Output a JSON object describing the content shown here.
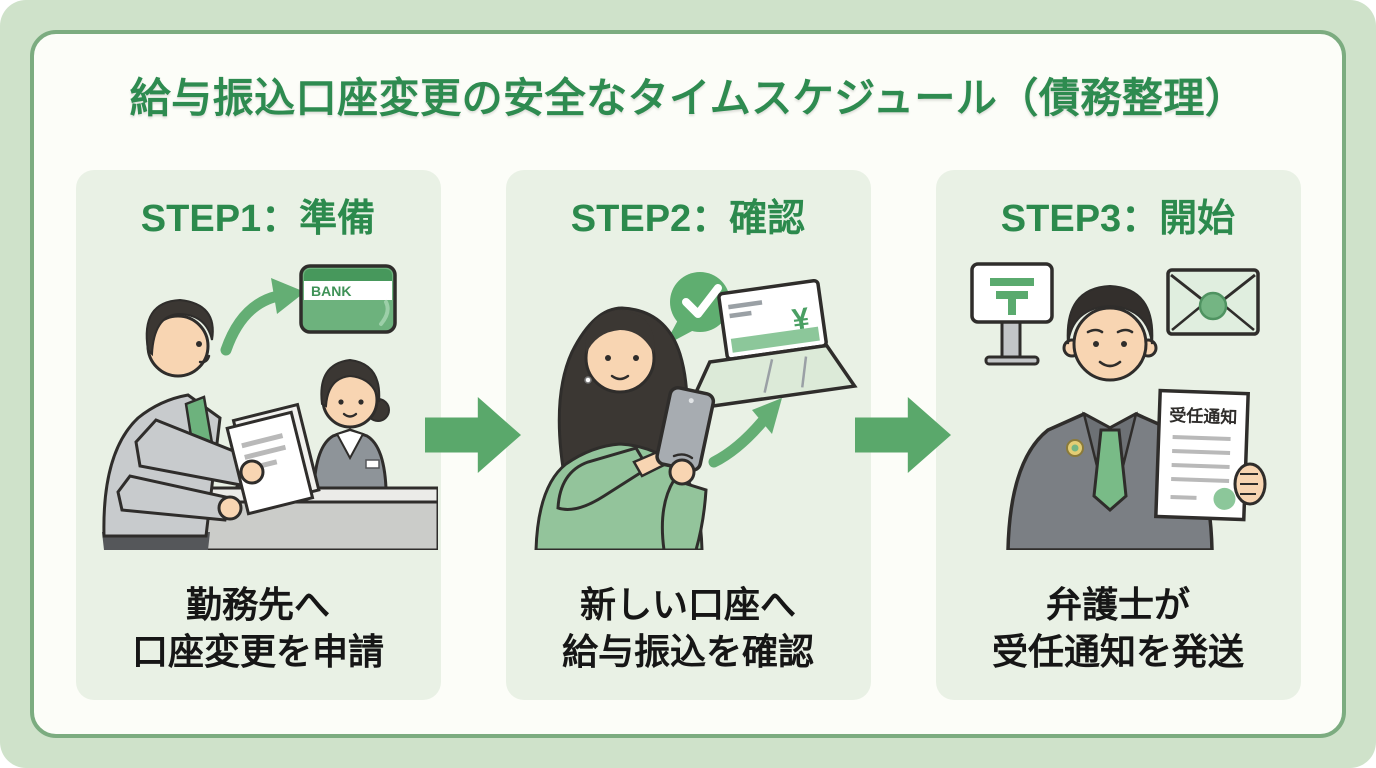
{
  "title": "給与振込口座変更の安全なタイムスケジュール（債務整理）",
  "steps": [
    {
      "heading": "STEP1：準備",
      "caption": [
        "勤務先へ",
        "口座変更を申請"
      ],
      "illustration": "employee-submitting-form-to-bank-teller"
    },
    {
      "heading": "STEP2：確認",
      "caption": [
        "新しい口座へ",
        "給与振込を確認"
      ],
      "illustration": "woman-checking-deposit-on-smartphone-and-laptop"
    },
    {
      "heading": "STEP3：開始",
      "caption": [
        "弁護士が",
        "受任通知を発送"
      ],
      "illustration": "lawyer-holding-notice-with-post-sign-and-envelope"
    }
  ],
  "labels": {
    "bank_card": "BANK",
    "yen_symbol": "¥",
    "postal_mark": "〒",
    "notice_title": "受任通知"
  },
  "colors": {
    "background": "#cfe2ca",
    "panel": "#fcfdf8",
    "panel_border": "#7cac80",
    "card": "#e9f1e5",
    "title_green": "#2e8b50",
    "heading_green": "#2c8a4d",
    "caption_text": "#161616",
    "arrow_green": "#5aa86b",
    "illustration_green": "#64ae74"
  }
}
